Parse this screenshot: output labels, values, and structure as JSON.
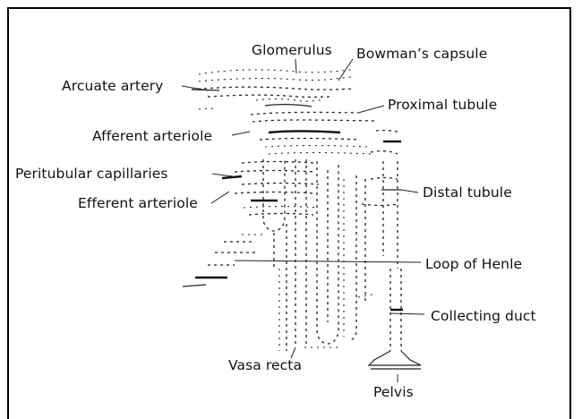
{
  "labels": {
    "glomerulus": "Glomerulus",
    "bowmans_capsule": "Bowman’s capsule",
    "arcuate_artery": "Arcuate artery",
    "proximal_tubule": "Proximal tubule",
    "afferent_arteriole": "Afferent arteriole",
    "peritubular_capillaries": "Peritubular capillaries",
    "efferent_arteriole": "Efferent arteriole",
    "distal_tubule": "Distal tubule",
    "loop_of_henle": "Loop of Henle",
    "collecting_duct": "Collecting duct",
    "vasa_recta": "Vasa recta",
    "pelvis": "Pelvis"
  }
}
